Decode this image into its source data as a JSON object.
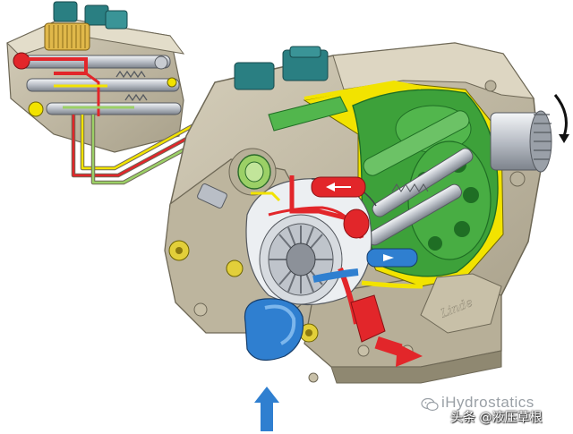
{
  "watermark": {
    "brand": "iHydrostatics",
    "author": "头条 @液压草根",
    "icon": "wechat-icon"
  },
  "plate": {
    "brand": "Linde"
  },
  "colors": {
    "housing": "#c9c2ae",
    "housing_dark": "#9e977f",
    "green": "#3da13a",
    "green_dark": "#1f6e24",
    "yellow": "#f2e300",
    "red": "#e2262a",
    "blue": "#2f7fd0",
    "teal": "#2a7f82",
    "steel": "#c8ccd2"
  }
}
